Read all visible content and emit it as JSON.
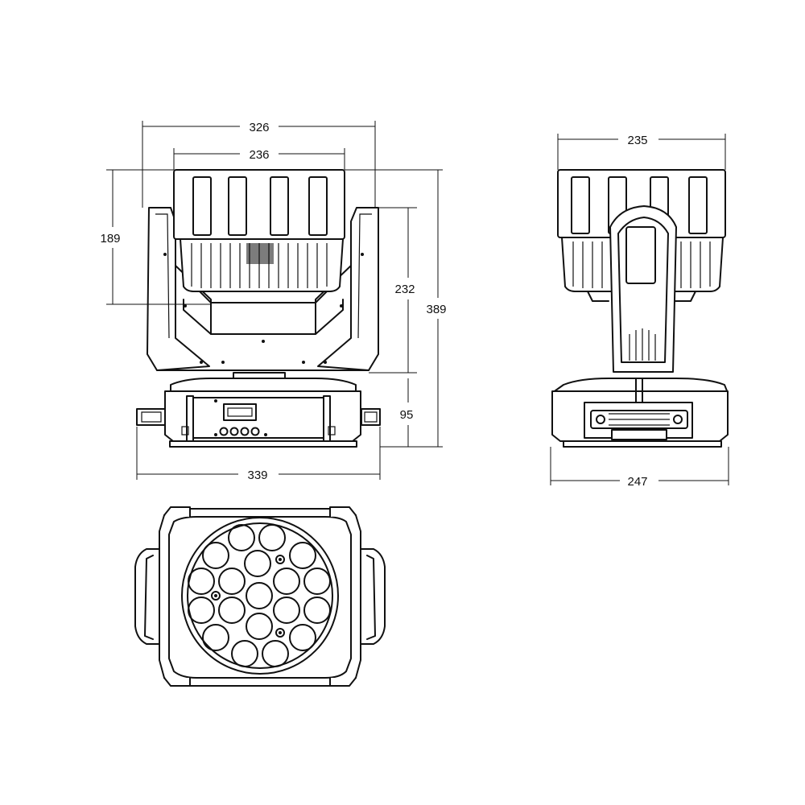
{
  "diagram": {
    "background_color": "#ffffff",
    "line_color": "#111111",
    "front_view": {
      "dimensions": {
        "overall_width": "326",
        "head_width": "236",
        "head_height": "189",
        "yoke_height": "232",
        "total_height": "389",
        "base_height": "95",
        "base_width": "339"
      }
    },
    "side_view": {
      "dimensions": {
        "head_width": "235",
        "base_width": "247"
      }
    },
    "bottom_view": {
      "lens_count": 19,
      "fixing_points": 3
    }
  }
}
